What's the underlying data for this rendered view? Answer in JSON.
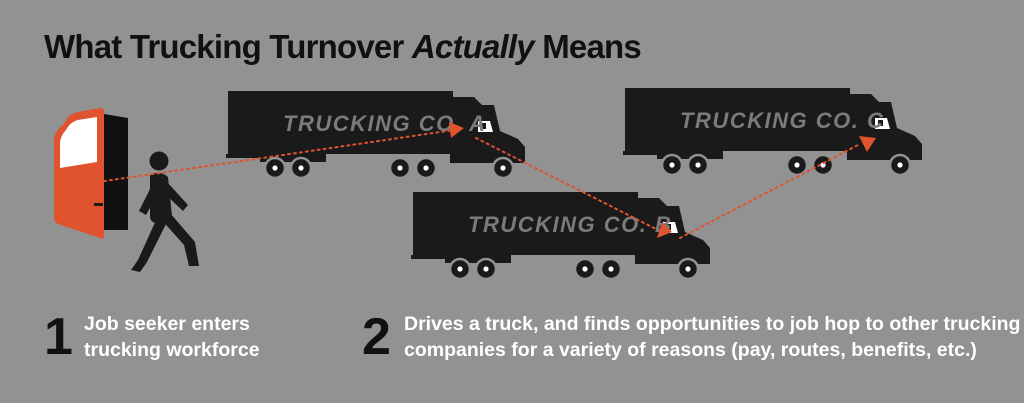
{
  "title": {
    "before": "What Trucking Turnover ",
    "emphasis": "Actually",
    "after": " Means"
  },
  "trucks": [
    {
      "id": "a",
      "label": "TRUCKING CO. A"
    },
    {
      "id": "b",
      "label": "TRUCKING CO. B"
    },
    {
      "id": "c",
      "label": "TRUCKING CO. C"
    }
  ],
  "steps": [
    {
      "number": "1",
      "line1": "Job seeker enters",
      "line2": "trucking workforce"
    },
    {
      "number": "2",
      "line1": "Drives a truck, and finds opportunities to job hop to other trucking",
      "line2": "companies for a variety of reasons (pay, routes, benefits, etc.)"
    }
  ],
  "colors": {
    "background": "#929292",
    "accent": "#e0532f",
    "truck": "#1a1a1a",
    "truck_label": "#7b7b7b",
    "text_dark": "#111111",
    "text_light": "#ffffff"
  }
}
